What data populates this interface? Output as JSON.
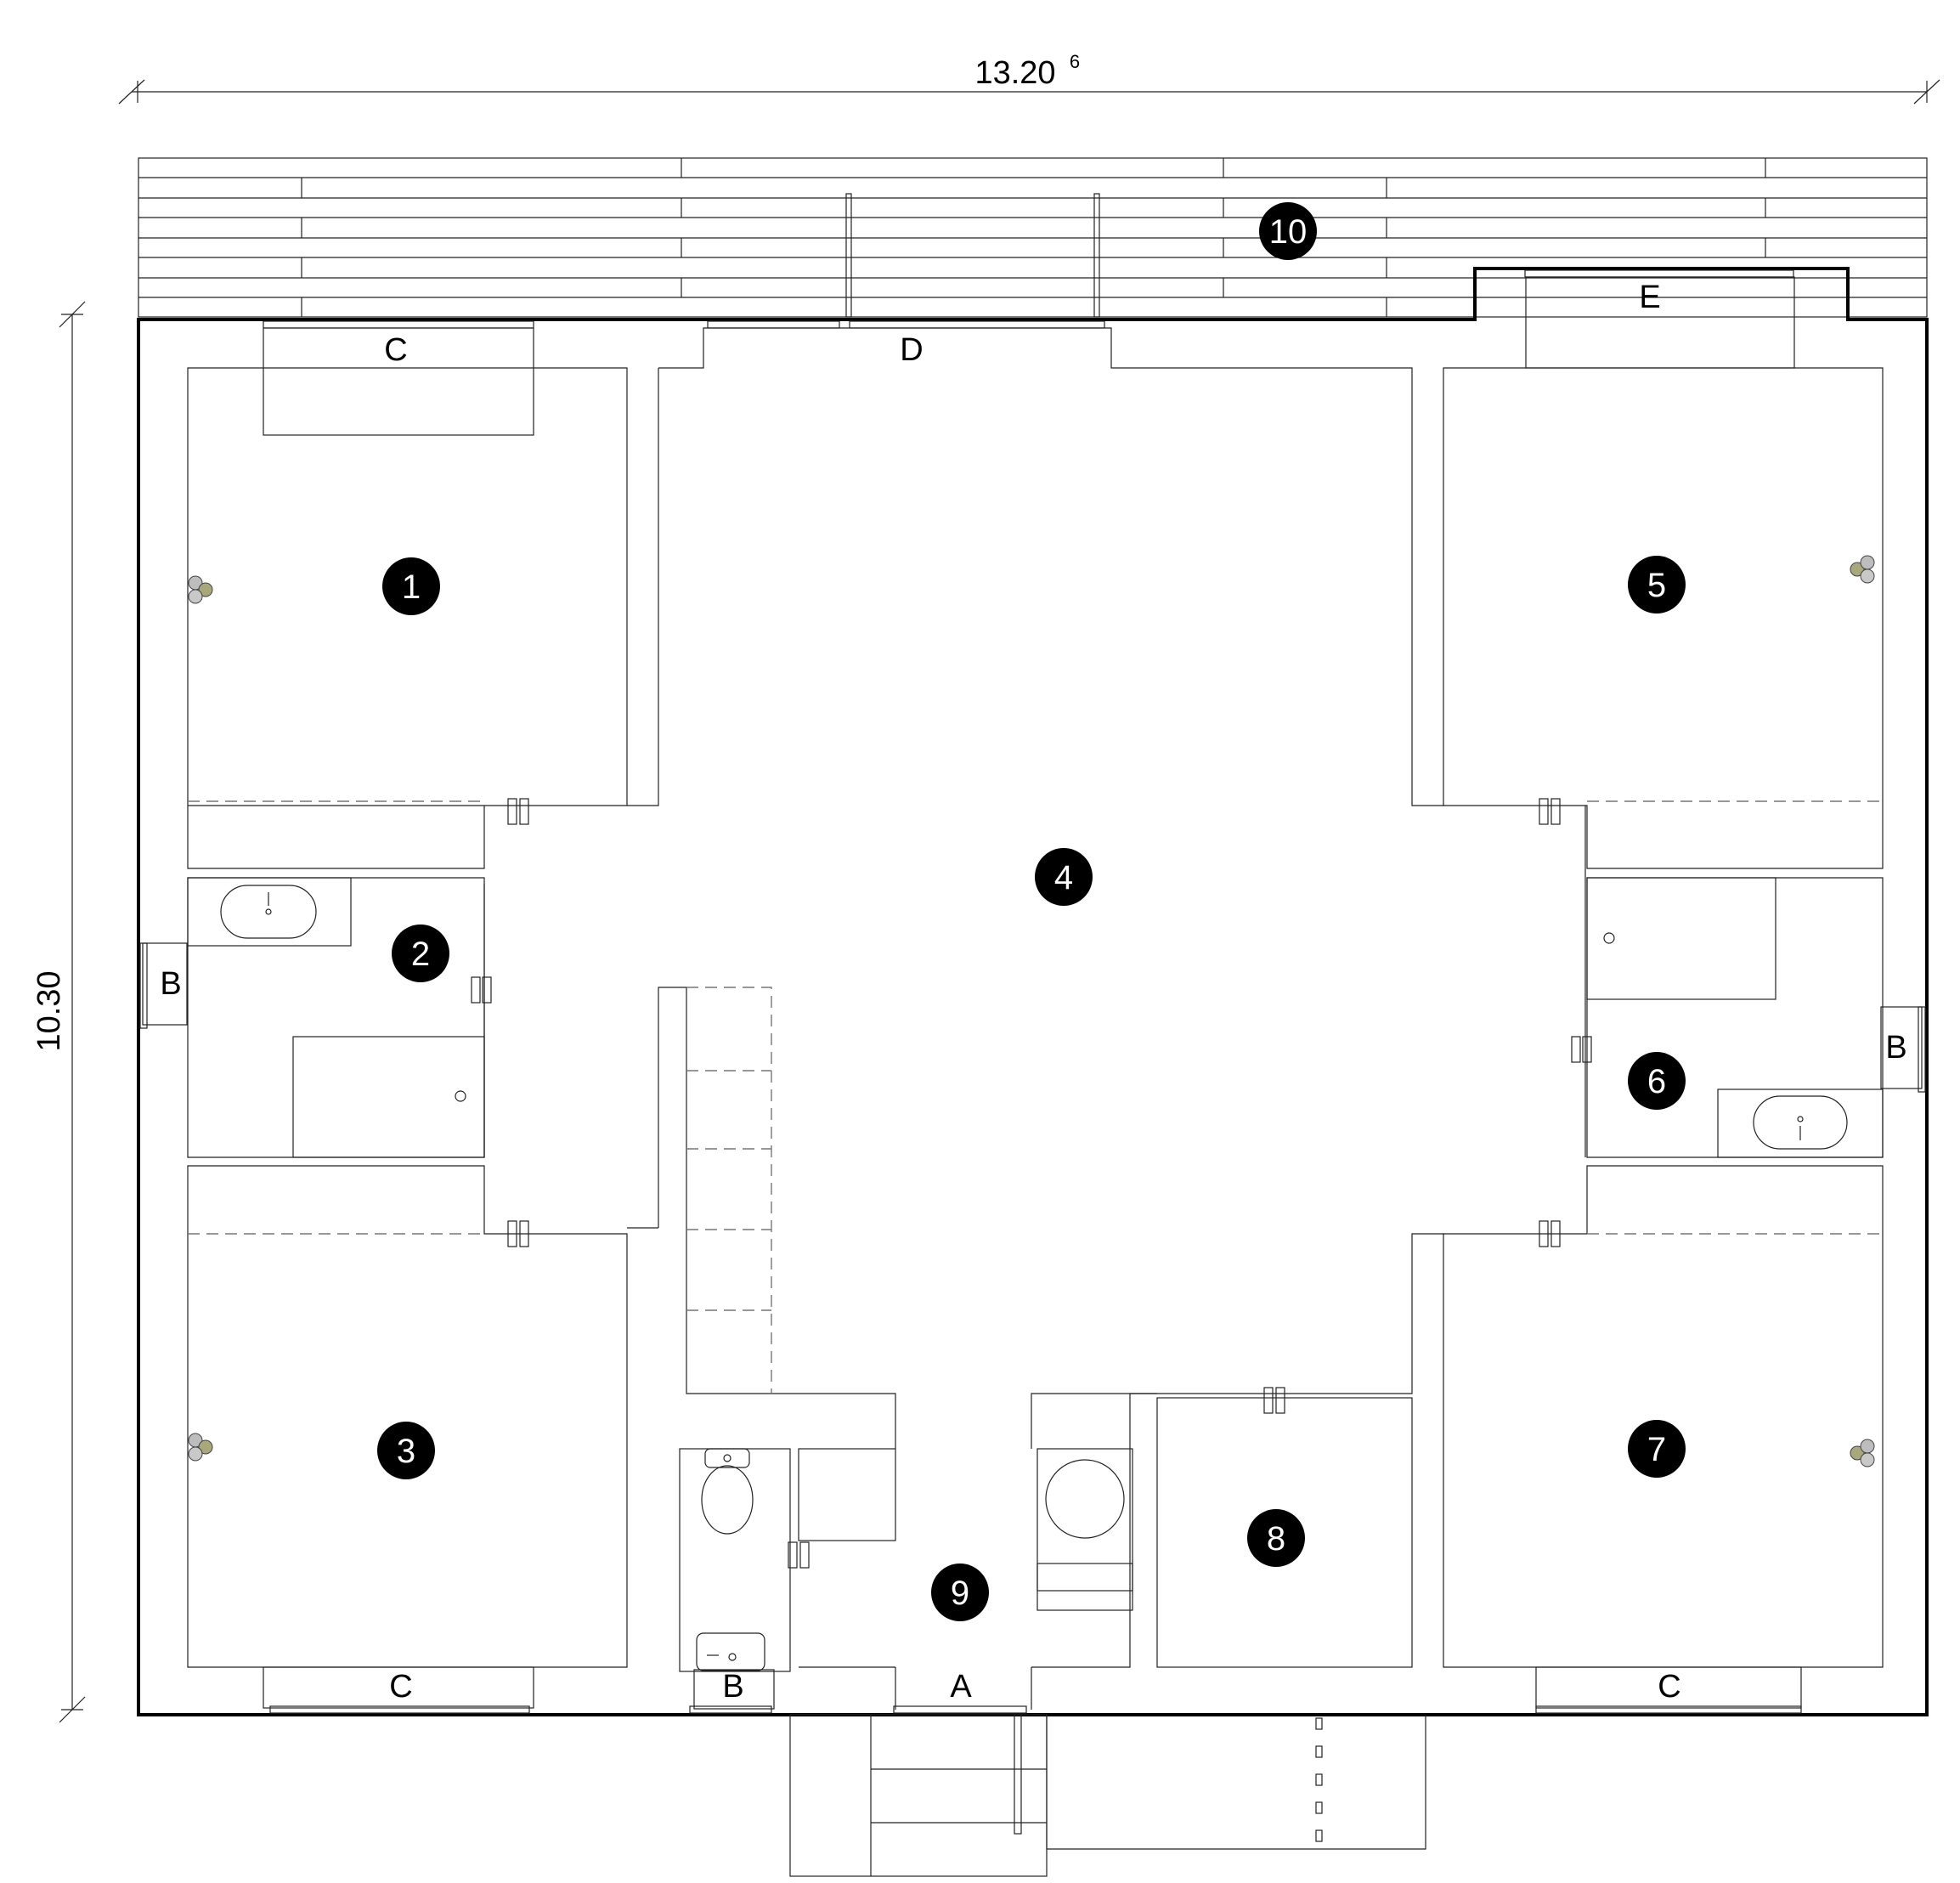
{
  "dimensions": {
    "width_label": "13.20",
    "width_sup": "6",
    "height_label": "10.30"
  },
  "rooms": {
    "r1": "1",
    "r2": "2",
    "r3": "3",
    "r4": "4",
    "r5": "5",
    "r6": "6",
    "r7": "7",
    "r8": "8",
    "r9": "9",
    "r10": "10"
  },
  "tags": {
    "a": "A",
    "b": "B",
    "c": "C",
    "d": "D",
    "e": "E"
  }
}
